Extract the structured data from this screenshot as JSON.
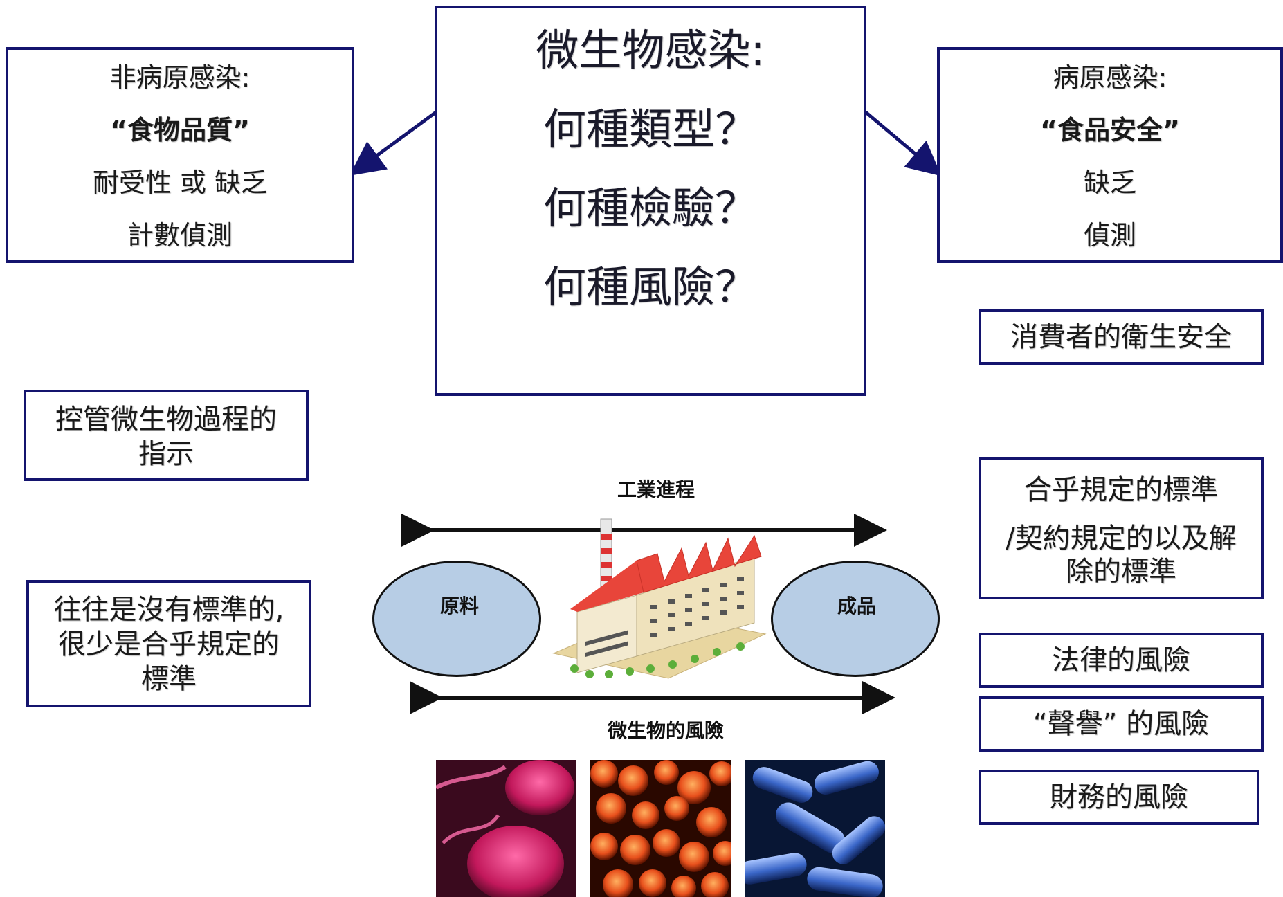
{
  "center": {
    "title": "微生物感染:",
    "q1": "何種類型？",
    "q2": "何種檢驗？",
    "q3": "何種風險？"
  },
  "left_box": {
    "title": "非病原感染:",
    "quote": "“食物品質”",
    "line3": "耐受性 或 缺乏",
    "line4": "計數偵測"
  },
  "right_box": {
    "title": "病原感染:",
    "quote": "“食品安全”",
    "line3": "缺乏",
    "line4": "偵測"
  },
  "right_items": {
    "consumer": "消費者的衛生安全",
    "standards_1": "合乎規定的標準",
    "standards_2": "/契約規定的以及解",
    "standards_3": "除的標準",
    "legal": "法律的風險",
    "reputation": "“聲譽” 的風險",
    "financial": "財務的風險"
  },
  "left_items": {
    "control_1": "控管微生物過程的",
    "control_2": "指示",
    "often_1": "往往是沒有標準的,",
    "often_2": "很少是合乎規定的",
    "often_3": "標準"
  },
  "process": {
    "industrial": "工業進程",
    "raw": "原料",
    "product": "成品",
    "micro_risk": "微生物的風險"
  },
  "colors": {
    "border": "#14146e",
    "oval_fill": "#b7cde5",
    "roof": "#e8453a",
    "building": "#f3ead0"
  }
}
